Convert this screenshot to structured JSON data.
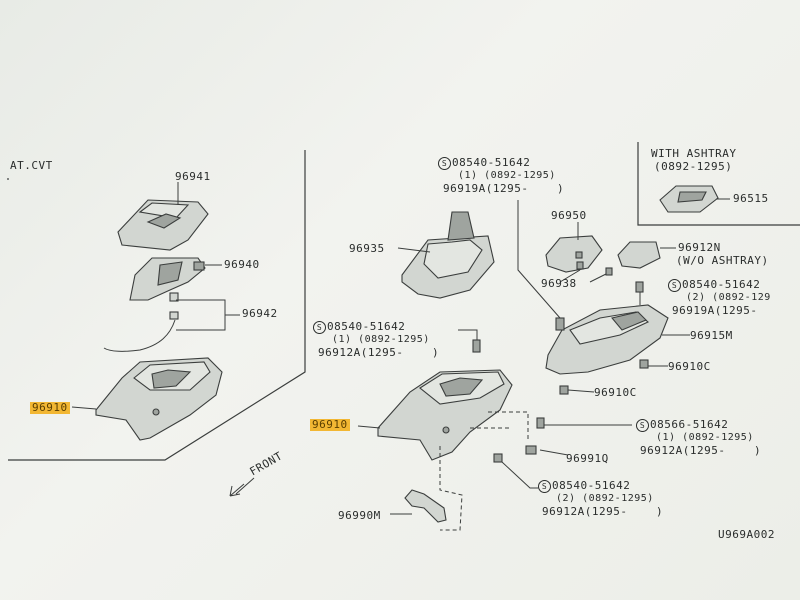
{
  "at_section": {
    "title": "AT.CVT",
    "parts": {
      "p96941": "96941",
      "p96940": "96940",
      "p96942": "96942",
      "p96910": "96910"
    }
  },
  "main": {
    "p96935": "96935",
    "bolt1": {
      "code": "08540-51642",
      "qty": "(1) (0892-1295)",
      "alt": "96919A(1295-    )"
    },
    "bolt2": {
      "code": "08540-51642",
      "qty": "(1) (0892-1295)",
      "alt": "96912A(1295-    )"
    },
    "p96910": "96910",
    "bolt3": {
      "code": "08540-51642",
      "qty": "(2) (0892-1295)",
      "alt": "96912A(1295-    )"
    },
    "p96990M": "96990M",
    "p96991Q": "96991Q",
    "bolt4": {
      "code": "08566-51642",
      "qty": "(1) (0892-1295)",
      "alt": "96912A(1295-    )"
    },
    "p96950": "96950",
    "p96938": "96938",
    "p96912N": "96912N",
    "wo_ashtray": "(W/O ASHTRAY)",
    "bolt5": {
      "code": "08540-51642",
      "qty": "(2) (0892-129",
      "alt": "96919A(1295-"
    },
    "p96915M": "96915M",
    "p96910C_a": "96910C",
    "p96910C_b": "96910C"
  },
  "ashtray_box": {
    "title": "WITH ASHTRAY",
    "range": "(0892-1295)",
    "part": "96515"
  },
  "front_label": "FRONT",
  "s_mark": "S",
  "diagram_code": "U969A002"
}
